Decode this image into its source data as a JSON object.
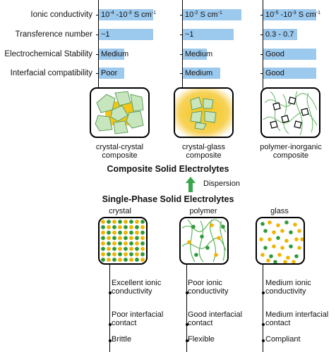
{
  "properties": {
    "rows": [
      {
        "label": "Ionic conductivity"
      },
      {
        "label": "Transference number"
      },
      {
        "label": "Electrochemical Stability"
      },
      {
        "label": "Interfacial compatibility"
      }
    ],
    "columns": [
      {
        "name": "crystal-crystal composite",
        "caption_line1": "crystal-crystal",
        "caption_line2": "composite",
        "values": [
          {
            "base": "10",
            "e1": "-4",
            "mid": " -10",
            "e2": "-3",
            "unit": " S cm",
            "e3": "-1",
            "fill": 0.85
          },
          {
            "text": "~1",
            "fill": 0.85
          },
          {
            "text": "Medium",
            "fill": 0.4
          },
          {
            "text": "Poor",
            "fill": 0.4
          }
        ]
      },
      {
        "name": "crystal-glass composite",
        "caption_line1": "crystal-glass",
        "caption_line2": "composite",
        "values": [
          {
            "base": "10",
            "e1": "-2",
            "unit": " S cm",
            "e3": "-1",
            "fill": 0.98
          },
          {
            "text": "~1",
            "fill": 0.85
          },
          {
            "text": "Medium",
            "fill": 0.4
          },
          {
            "text": "Medium",
            "fill": 0.62
          }
        ]
      },
      {
        "name": "polymer-inorganic composite",
        "caption_line1": "polymer-inorganic",
        "caption_line2": "composite",
        "values": [
          {
            "base": "10",
            "e1": "-5",
            "mid": " -10",
            "e2": "-3",
            "unit": " S cm",
            "e3": "-1",
            "fill": 0.85
          },
          {
            "text": "0.3 - 0.7",
            "fill": 0.55
          },
          {
            "text": "Good",
            "fill": 0.85
          },
          {
            "text": "Good",
            "fill": 0.85
          }
        ]
      }
    ]
  },
  "composite_title": "Composite Solid Electrolytes",
  "dispersion_label": "Dispersion",
  "single_title": "Single-Phase Solid Electrolytes",
  "single_phase": [
    {
      "title": "crystal",
      "props": [
        [
          "Excellent ionic",
          "conductivity"
        ],
        [
          "Poor interfacial",
          "contact"
        ],
        [
          "Brittle"
        ]
      ]
    },
    {
      "title": "polymer",
      "props": [
        [
          "Poor ionic",
          "conductivity"
        ],
        [
          "Good interfacial",
          "contact"
        ],
        [
          "Flexible"
        ]
      ]
    },
    {
      "title": "glass",
      "props": [
        [
          "Medium ionic",
          "conductivity"
        ],
        [
          "Medium interfacial",
          "contact"
        ],
        [
          "Compliant"
        ]
      ]
    }
  ],
  "colors": {
    "bar": "#9cc9ee",
    "crystal_green": "#c7e6bd",
    "crystal_edge": "#6aab6a",
    "gold": "#f5c518",
    "dot_green": "#2f9a3a",
    "dot_yellow": "#f0b400",
    "arrow_green": "#3aa64a"
  }
}
